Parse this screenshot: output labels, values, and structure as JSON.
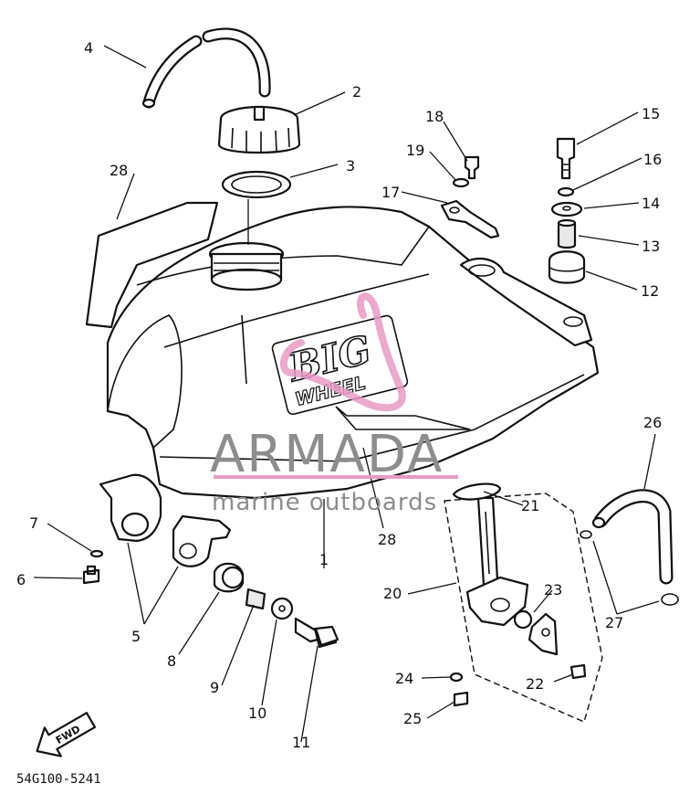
{
  "callouts": {
    "c1": "1",
    "c2": "2",
    "c3": "3",
    "c4": "4",
    "c5": "5",
    "c6": "6",
    "c7": "7",
    "c8": "8",
    "c9": "9",
    "c10": "10",
    "c11": "11",
    "c12": "12",
    "c13": "13",
    "c14": "14",
    "c15": "15",
    "c16": "16",
    "c17": "17",
    "c18": "18",
    "c19": "19",
    "c20": "20",
    "c21": "21",
    "c22": "22",
    "c23": "23",
    "c24": "24",
    "c25": "25",
    "c26": "26",
    "c27": "27",
    "c28a": "28",
    "c28b": "28"
  },
  "tank_decal": {
    "line1": "BIG",
    "line2": "WHEEL"
  },
  "watermark": {
    "brand": "ARMADA",
    "tagline": "marine outboards"
  },
  "fwd_label": "FWD",
  "diagram_code": "54G100-5241"
}
